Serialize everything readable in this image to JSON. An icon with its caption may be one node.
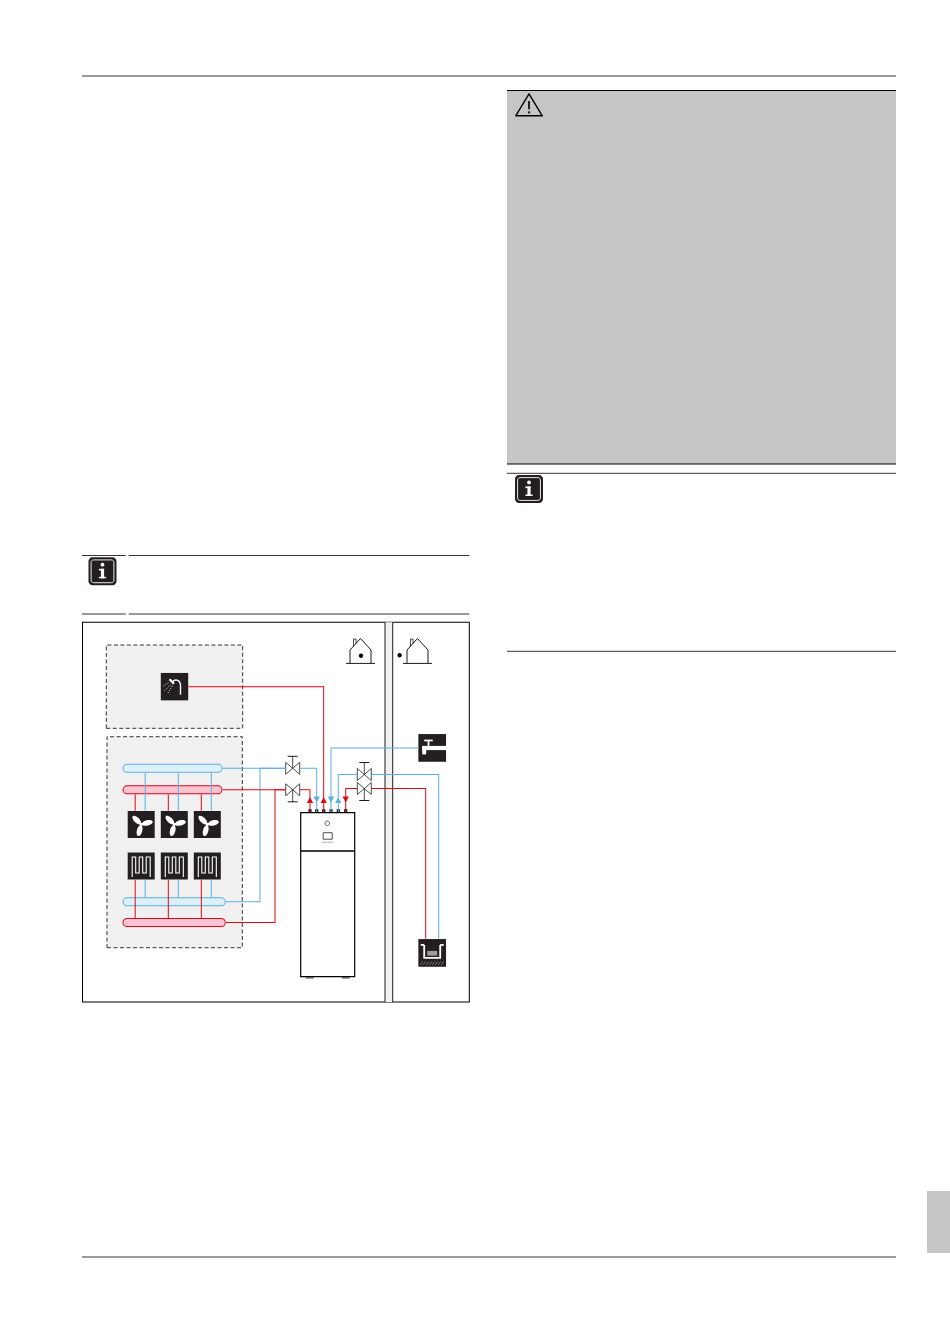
{
  "diagram": {
    "nodes": [
      {
        "text": [],
        "shape": "box"
      },
      {
        "text": [],
        "shape": "picture",
        "in": 0
      },
      {
        "text": [],
        "shape": "box"
      },
      {
        "text": [],
        "shape": "bar",
        "in": 2
      },
      {
        "text": [],
        "shape": "bar",
        "in": 2
      },
      {
        "text": [],
        "shape": "picture",
        "in": 2
      },
      {
        "text": [],
        "shape": "picture",
        "in": 2
      },
      {
        "text": [],
        "shape": "picture",
        "in": 2
      },
      {
        "text": [],
        "shape": "picture",
        "in": 2
      },
      {
        "text": [],
        "shape": "picture",
        "in": 2
      },
      {
        "text": [],
        "shape": "picture",
        "in": 2
      },
      {
        "text": [],
        "shape": "bar",
        "in": 2
      },
      {
        "text": [],
        "shape": "bar",
        "in": 2
      },
      {
        "text": [],
        "shape": "valve"
      },
      {
        "text": [],
        "shape": "valve"
      },
      {
        "text": [],
        "shape": "picture"
      },
      {
        "text": [],
        "shape": "picture"
      },
      {
        "text": [],
        "shape": "valve"
      },
      {
        "text": [],
        "shape": "valve"
      },
      {
        "text": [],
        "shape": "picture"
      }
    ],
    "edges": [
      {
        "from": 15,
        "to": 1,
        "arrow": "to",
        "color": "#e30613"
      },
      {
        "from": 3,
        "to": 13,
        "arrow": "none",
        "color": "#5baee0"
      },
      {
        "from": 11,
        "to": 13,
        "arrow": "none",
        "color": "#5baee0"
      },
      {
        "from": 13,
        "to": 15,
        "arrow": "to",
        "color": "#5baee0"
      },
      {
        "from": 15,
        "to": 14,
        "arrow": "to",
        "color": "#e30613"
      },
      {
        "from": 14,
        "to": 4,
        "arrow": "none",
        "color": "#e30613"
      },
      {
        "from": 14,
        "to": 12,
        "arrow": "none",
        "color": "#e30613"
      },
      {
        "from": 4,
        "to": 5,
        "arrow": "none",
        "color": "#e30613"
      },
      {
        "from": 4,
        "to": 6,
        "arrow": "none",
        "color": "#e30613"
      },
      {
        "from": 4,
        "to": 7,
        "arrow": "none",
        "color": "#e30613"
      },
      {
        "from": 5,
        "to": 3,
        "arrow": "none",
        "color": "#5baee0"
      },
      {
        "from": 6,
        "to": 3,
        "arrow": "none",
        "color": "#5baee0"
      },
      {
        "from": 7,
        "to": 3,
        "arrow": "none",
        "color": "#5baee0"
      },
      {
        "from": 12,
        "to": 8,
        "arrow": "none",
        "color": "#e30613"
      },
      {
        "from": 12,
        "to": 9,
        "arrow": "none",
        "color": "#e30613"
      },
      {
        "from": 12,
        "to": 10,
        "arrow": "none",
        "color": "#e30613"
      },
      {
        "from": 8,
        "to": 11,
        "arrow": "none",
        "color": "#5baee0"
      },
      {
        "from": 9,
        "to": 11,
        "arrow": "none",
        "color": "#5baee0"
      },
      {
        "from": 10,
        "to": 11,
        "arrow": "none",
        "color": "#5baee0"
      },
      {
        "from": 16,
        "to": 15,
        "arrow": "to",
        "color": "#5baee0"
      },
      {
        "from": 15,
        "to": 17,
        "arrow": "to",
        "color": "#5baee0"
      },
      {
        "from": 17,
        "to": 19,
        "arrow": "none",
        "color": "#5baee0"
      },
      {
        "from": 19,
        "to": 18,
        "arrow": "none",
        "color": "#e30613"
      },
      {
        "from": 18,
        "to": 15,
        "arrow": "to",
        "color": "#e30613"
      }
    ]
  }
}
